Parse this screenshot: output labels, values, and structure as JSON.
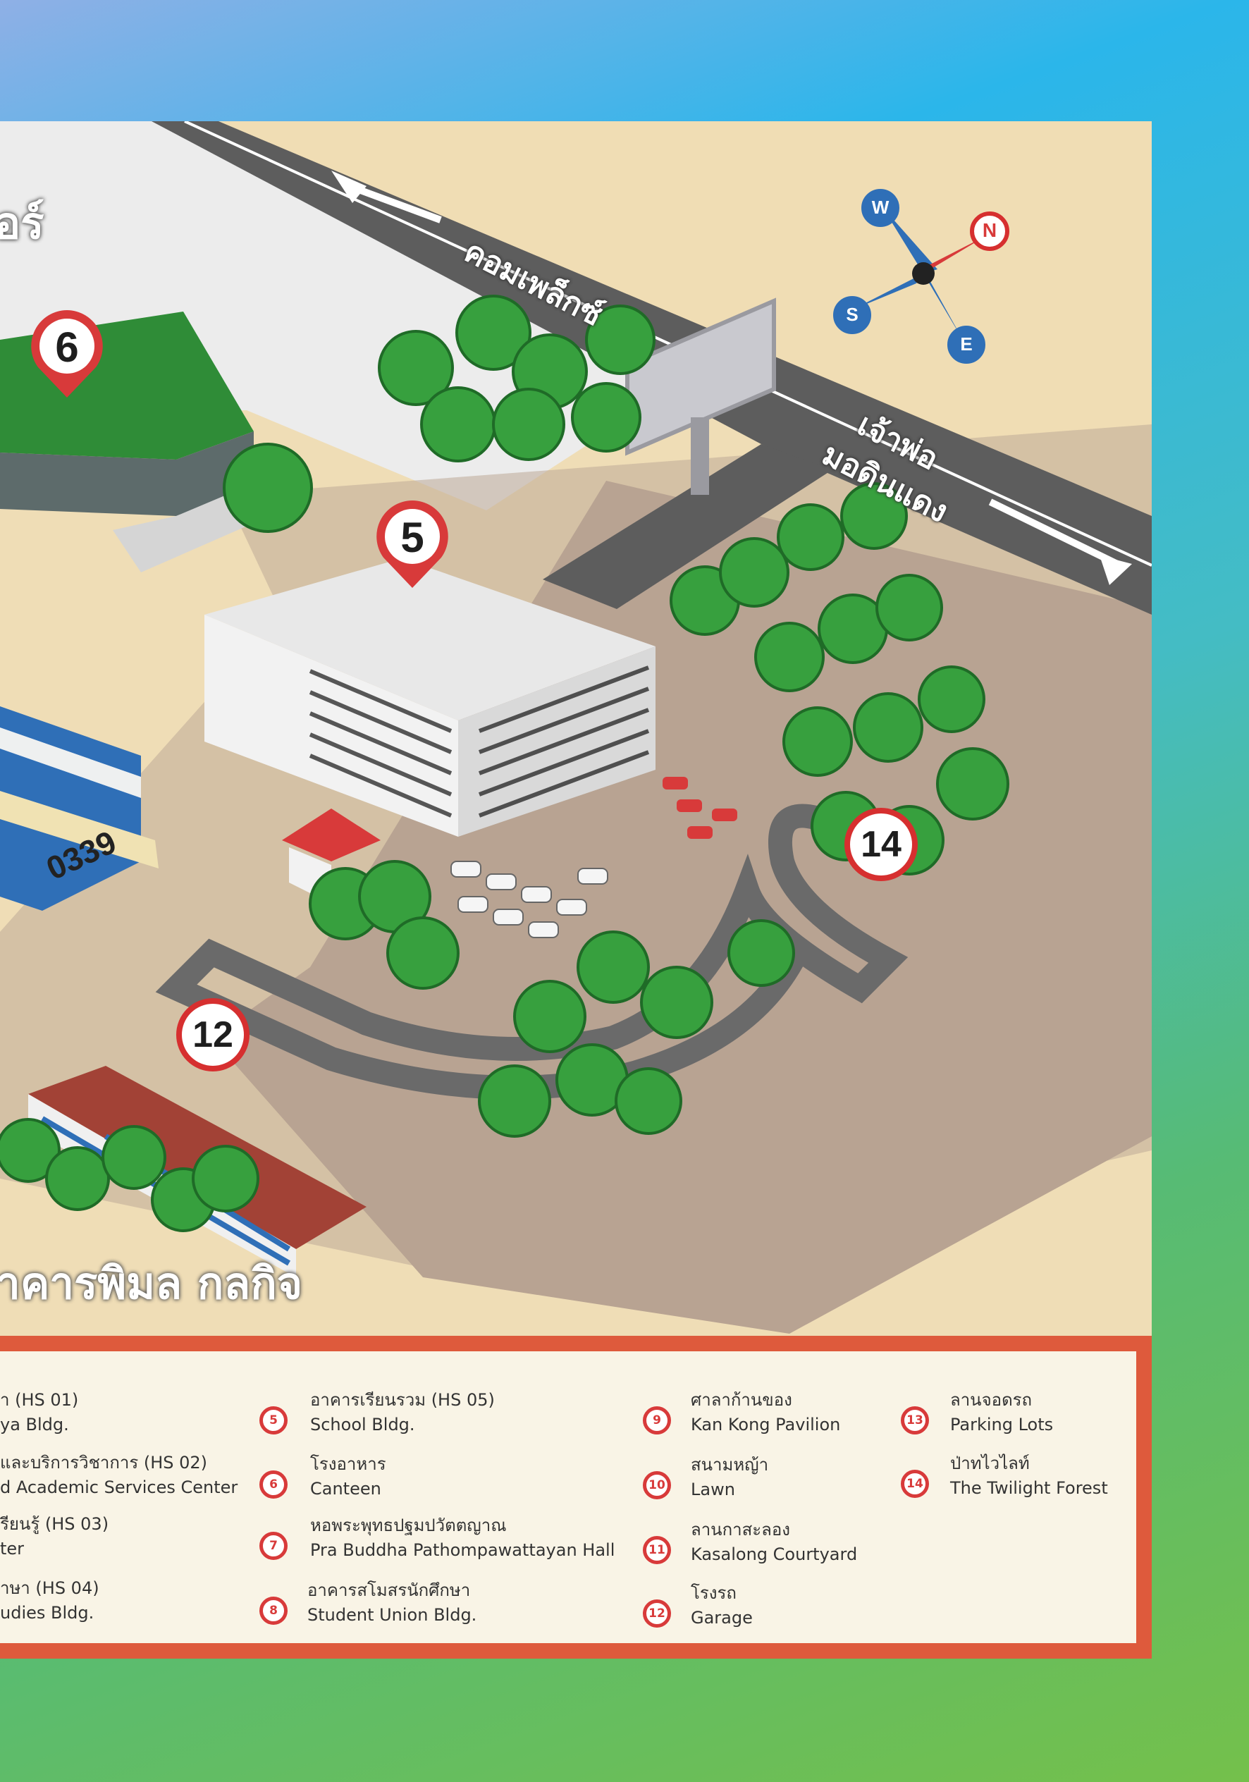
{
  "map": {
    "roads": [
      {
        "label": "คอมเพล็กซ์"
      },
      {
        "label": "เจ้าพ่อ"
      },
      {
        "label": "มอดินแดง"
      }
    ],
    "building_name_top": "อร์",
    "building_name_bottom": "าคารพิมล กลกิจ",
    "parking_marking": "0339",
    "compass": {
      "N": "N",
      "E": "E",
      "S": "S",
      "W": "W"
    },
    "pins": [
      {
        "number": "6"
      },
      {
        "number": "5"
      }
    ],
    "round_markers": [
      {
        "number": "14"
      },
      {
        "number": "12"
      }
    ]
  },
  "legend": {
    "items": [
      {
        "number": "",
        "thai": "า (HS 01)",
        "english": "ya Bldg."
      },
      {
        "number": "",
        "thai": "และบริการวิชาการ (HS 02)",
        "english": "d Academic Services Center"
      },
      {
        "number": "",
        "thai": "รียนรู้ (HS 03)",
        "english": "ter"
      },
      {
        "number": "",
        "thai": "าษา (HS 04)",
        "english": "udies Bldg."
      },
      {
        "number": "5",
        "thai": "อาคารเรียนรวม (HS 05)",
        "english": "School Bldg."
      },
      {
        "number": "6",
        "thai": "โรงอาหาร",
        "english": "Canteen"
      },
      {
        "number": "7",
        "thai": "หอพระพุทธปฐมปวัตตญาณ",
        "english": "Pra Buddha Pathompawattayan Hall"
      },
      {
        "number": "8",
        "thai": "อาคารสโมสรนักศึกษา",
        "english": "Student Union Bldg."
      },
      {
        "number": "9",
        "thai": "ศาลาก้านของ",
        "english": "Kan Kong Pavilion"
      },
      {
        "number": "10",
        "thai": "สนามหญ้า",
        "english": "Lawn"
      },
      {
        "number": "11",
        "thai": "ลานกาสะลอง",
        "english": "Kasalong Courtyard"
      },
      {
        "number": "12",
        "thai": "โรงรถ",
        "english": "Garage"
      },
      {
        "number": "13",
        "thai": "ลานจอดรถ",
        "english": "Parking Lots"
      },
      {
        "number": "14",
        "thai": "ป่าทไวไลท์",
        "english": "The Twilight Forest"
      }
    ]
  },
  "colors": {
    "accent_red": "#d83a3a",
    "legend_border": "#de5a3c",
    "legend_bg": "#f9f4e6"
  }
}
